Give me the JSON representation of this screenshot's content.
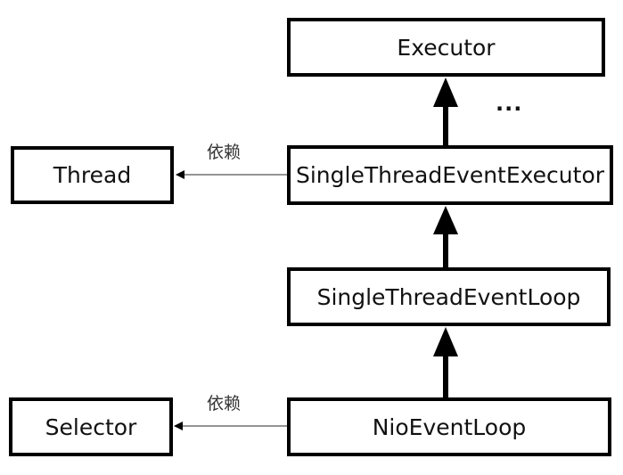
{
  "nodes": {
    "executor": "Executor",
    "single_thread_event_executor": "SingleThreadEventExecutor",
    "single_thread_event_loop": "SingleThreadEventLoop",
    "nio_event_loop": "NioEventLoop",
    "thread": "Thread",
    "selector": "Selector"
  },
  "edges": {
    "dependency_label_top": "依赖",
    "dependency_label_bottom": "依赖",
    "ellipsis": "..."
  }
}
